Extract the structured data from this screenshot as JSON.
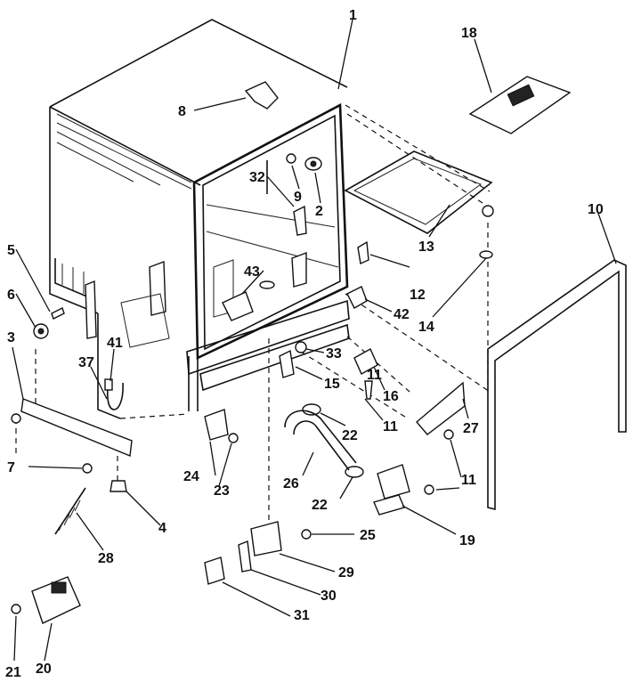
{
  "diagram": {
    "labels": [
      "1",
      "2",
      "3",
      "4",
      "5",
      "6",
      "7",
      "8",
      "9",
      "10",
      "11",
      "11",
      "11",
      "12",
      "13",
      "14",
      "15",
      "16",
      "18",
      "19",
      "20",
      "21",
      "22",
      "22",
      "23",
      "24",
      "25",
      "26",
      "27",
      "28",
      "29",
      "30",
      "31",
      "32",
      "33",
      "37",
      "41",
      "42",
      "43"
    ]
  }
}
